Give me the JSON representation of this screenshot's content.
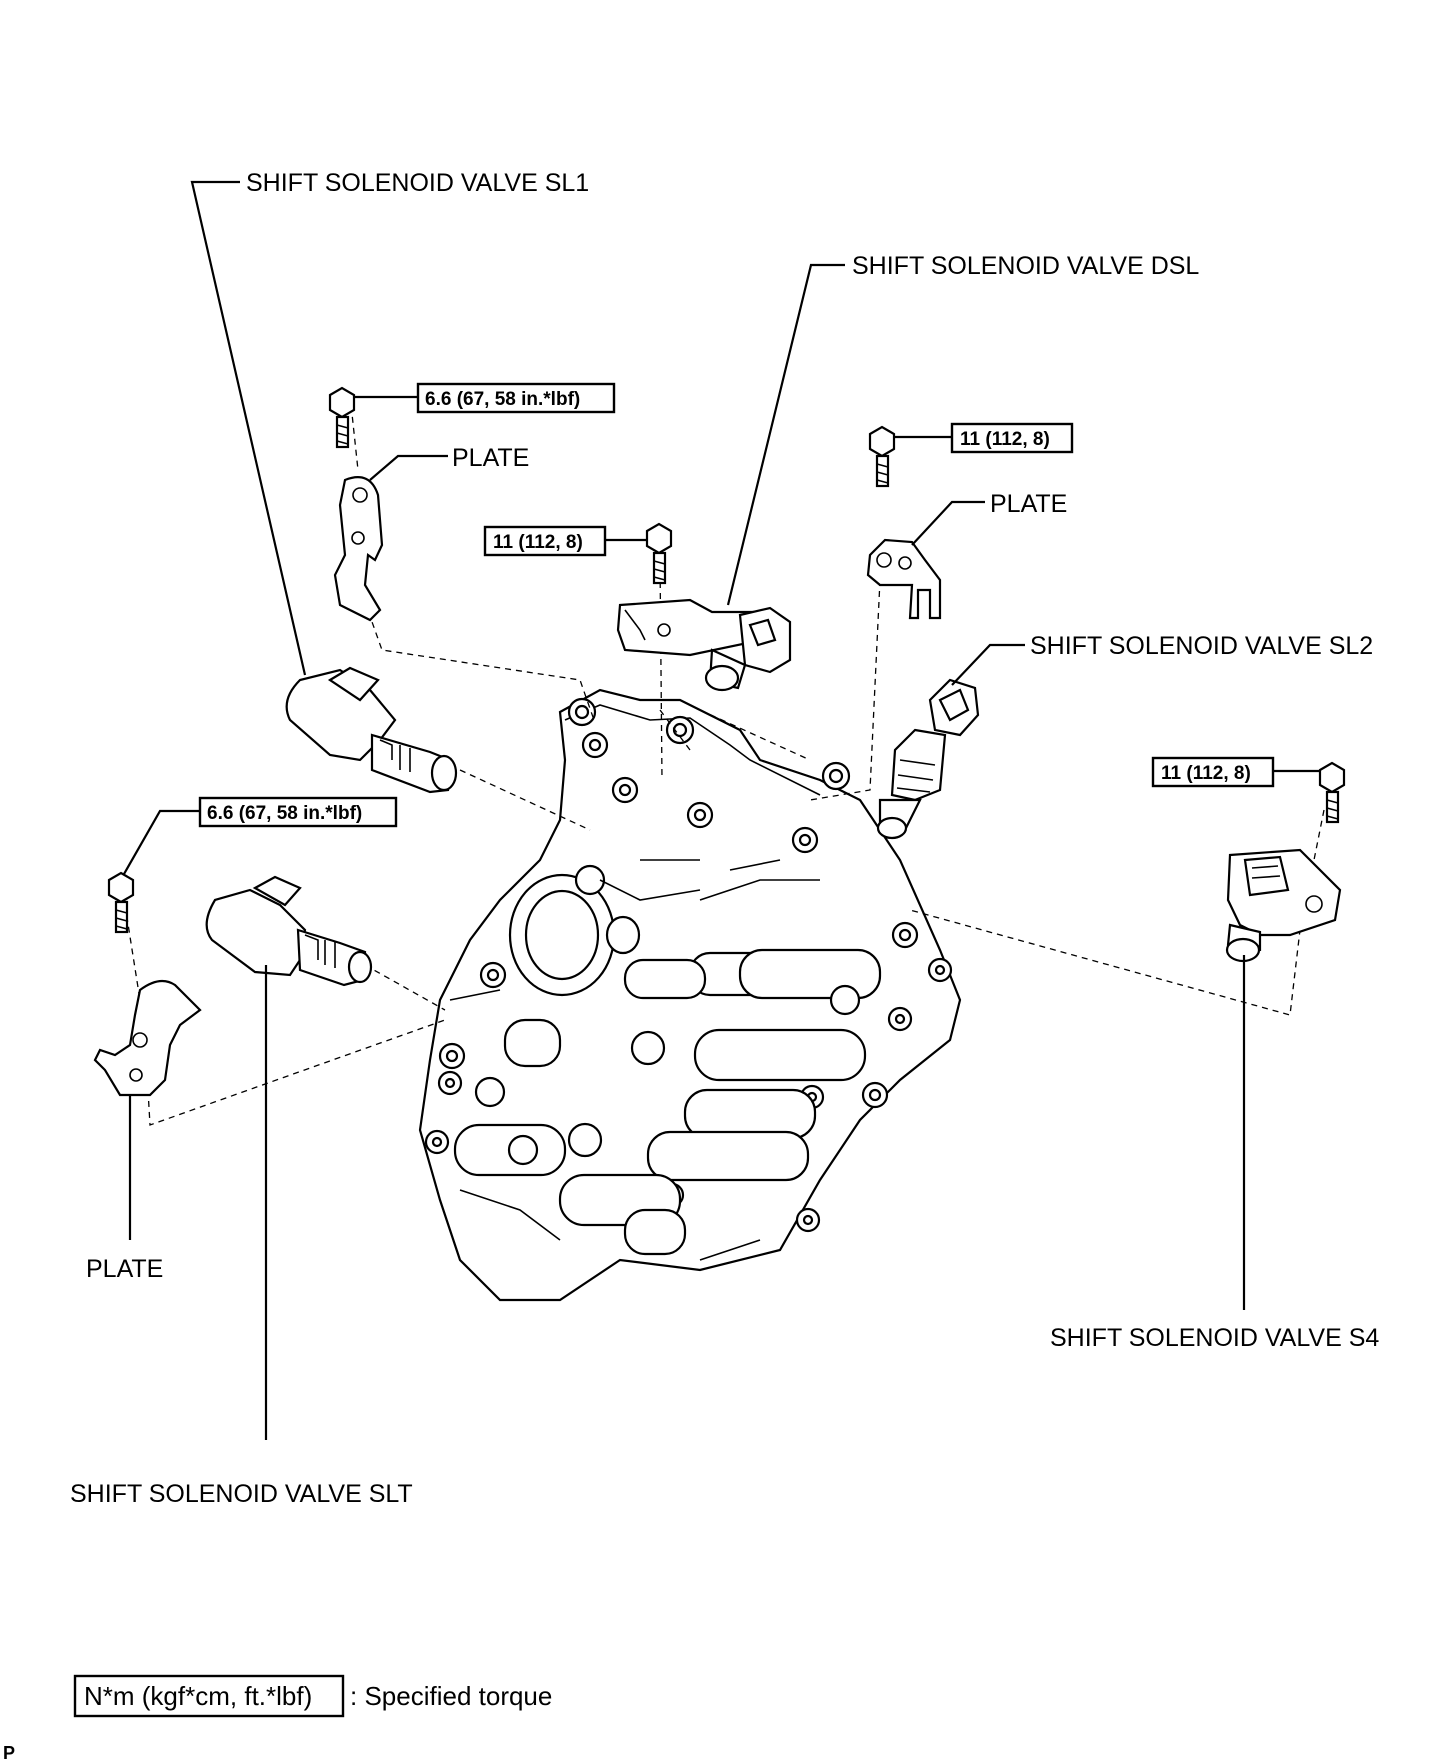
{
  "labels": {
    "sl1": "SHIFT SOLENOID VALVE SL1",
    "dsl": "SHIFT SOLENOID VALVE DSL",
    "sl2": "SHIFT SOLENOID VALVE SL2",
    "s4": "SHIFT SOLENOID VALVE S4",
    "slt": "SHIFT SOLENOID VALVE SLT",
    "plate_top_left": "PLATE",
    "plate_top_right": "PLATE",
    "plate_bottom_left": "PLATE"
  },
  "torques": {
    "sl1_bolt": "6.6 (67, 58 in.*lbf)",
    "slt_bolt": "6.6 (67, 58 in.*lbf)",
    "dsl_bolt": "11 (112, 8)",
    "sl2_bolt": "11 (112, 8)",
    "s4_bolt": "11 (112, 8)"
  },
  "legend": {
    "box_text": "N*m (kgf*cm, ft.*lbf)",
    "description": ": Specified torque"
  },
  "corner_mark": "P"
}
